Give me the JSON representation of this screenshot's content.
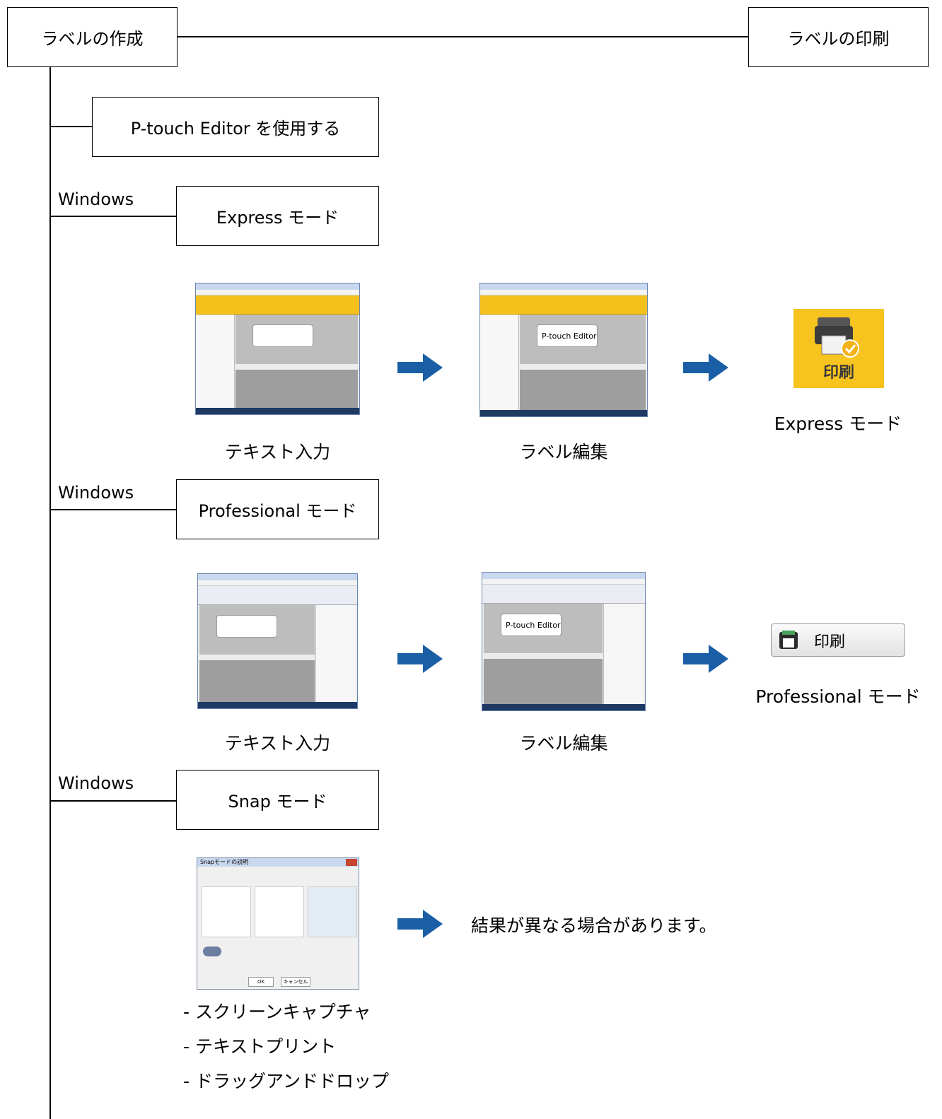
{
  "top": {
    "create_label": "ラベルの作成",
    "print_label": "ラベルの印刷"
  },
  "ptouch_editor": "P-touch Editor を使用する",
  "sections": {
    "express": {
      "os": "Windows",
      "mode": "Express モード",
      "step1_caption": "テキスト入力",
      "step2_caption": "ラベル編集",
      "label_text": "P-touch Editor",
      "print_button": "印刷",
      "print_caption": "Express モード"
    },
    "professional": {
      "os": "Windows",
      "mode": "Professional モード",
      "step1_caption": "テキスト入力",
      "step2_caption": "ラベル編集",
      "label_text": "P-touch Editor",
      "print_button": "印刷",
      "print_caption": "Professional モード"
    },
    "snap": {
      "os": "Windows",
      "mode": "Snap モード",
      "dialog_title": "Snapモードの説明",
      "dialog_ok": "OK",
      "dialog_cancel": "キャンセル",
      "result_note": "結果が異なる場合があります。",
      "features": [
        "- スクリーンキャプチャ",
        "- テキストプリント",
        "- ドラッグアンドドロップ"
      ]
    }
  },
  "colors": {
    "arrow": "#1a5fa6",
    "ribbon": "#f4c01c",
    "print_icon_bg": "#f7c31f"
  }
}
